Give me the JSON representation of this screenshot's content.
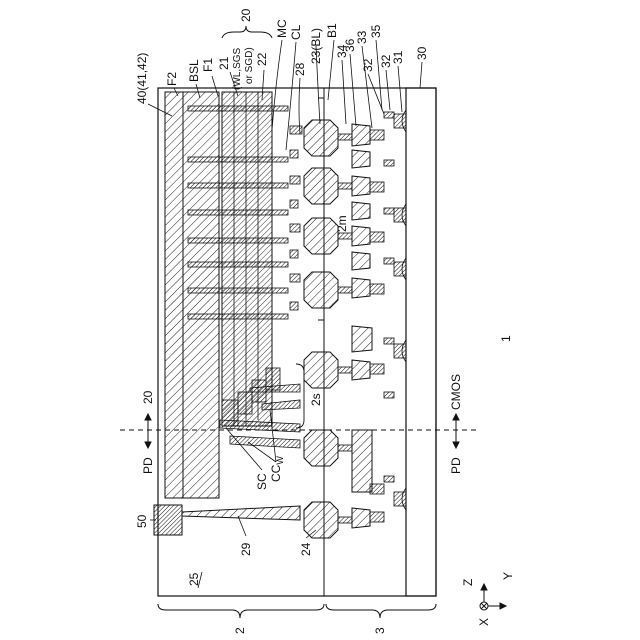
{
  "labels": {
    "ref_40": "40(41,42)",
    "ref_F2": "F2",
    "ref_BSL": "BSL",
    "ref_F1": "F1",
    "ref_21": "21",
    "ref_wl": "(WL,SGS",
    "ref_sgd": "or SGD)",
    "ref_20_top": "20",
    "ref_22": "22",
    "ref_MC": "MC",
    "ref_CL": "CL",
    "ref_28": "28",
    "ref_23": "23(BL)",
    "ref_B1": "B1",
    "ref_34": "34",
    "ref_36": "36",
    "ref_33": "33",
    "ref_35": "35",
    "ref_32a": "32",
    "ref_32b": "32",
    "ref_31": "31",
    "ref_30": "30",
    "ref_2m": "2m",
    "ref_2s": "2s",
    "ref_SC": "SC",
    "ref_CCw": "CC",
    "ref_CCw_sub": "W",
    "ref_29": "29",
    "ref_24": "24",
    "ref_25": "25",
    "ref_50": "50",
    "ref_2": "2",
    "ref_3": "3",
    "ref_1": "1",
    "pd_top": "PD",
    "ar_20": "20",
    "pd_bottom": "PD",
    "cmos": "CMOS",
    "axis_x": "X",
    "axis_y": "Y",
    "axis_z": "Z"
  }
}
